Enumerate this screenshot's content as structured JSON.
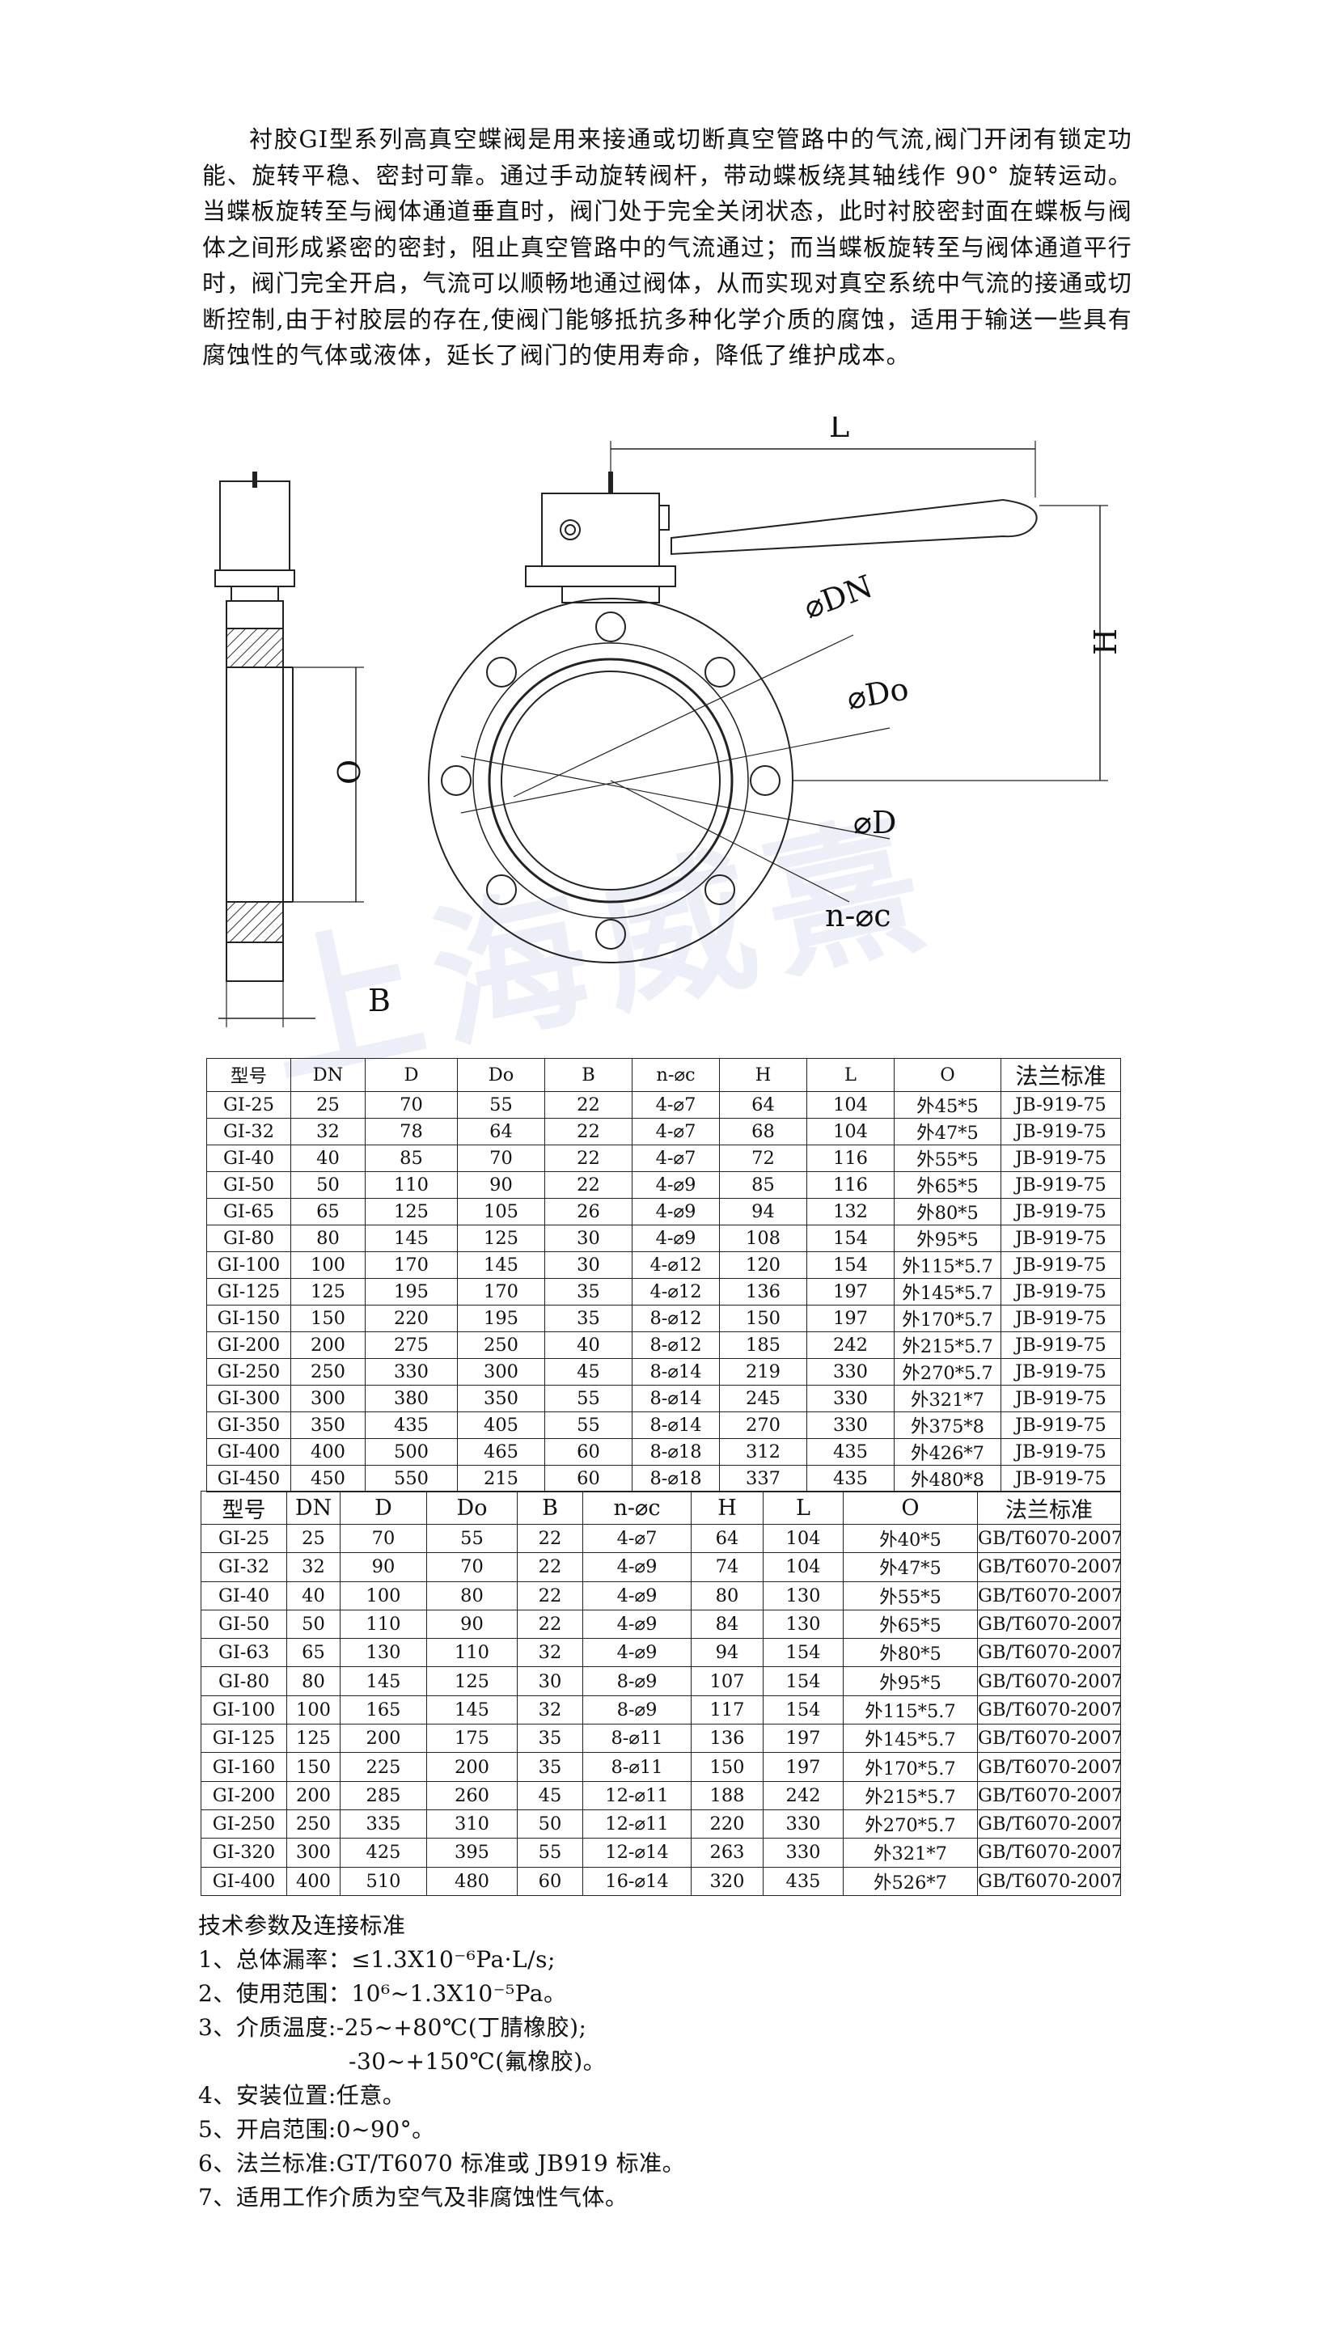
{
  "intro": "衬胶GI型系列高真空蝶阀是用来接通或切断真空管路中的气流,阀门开闭有锁定功能、旋转平稳、密封可靠。通过手动旋转阀杆，带动蝶板绕其轴线作 90° 旋转运动。当蝶板旋转至与阀体通道垂直时，阀门处于完全关闭状态，此时衬胶密封面在蝶板与阀体之间形成紧密的密封，阻止真空管路中的气流通过；而当蝶板旋转至与阀体通道平行时，阀门完全开启，气流可以顺畅地通过阀体，从而实现对真空系统中气流的接通或切断控制,由于衬胶层的存在,使阀门能够抵抗多种化学介质的腐蚀，适用于输送一些具有腐蚀性的气体或液体，延长了阀门的使用寿命，降低了维护成本。",
  "drawing": {
    "labels": {
      "L": "L",
      "H": "H",
      "DN": "⌀DN",
      "Do": "⌀Do",
      "D": "⌀D",
      "nc": "n-⌀c",
      "O": "O",
      "B": "B"
    },
    "watermark": "上海威熹"
  },
  "table1": {
    "headers": [
      "型号",
      "DN",
      "D",
      "Do",
      "B",
      "n-⌀c",
      "H",
      "L",
      "O",
      "法兰标准"
    ],
    "rows": [
      [
        "GI-25",
        "25",
        "70",
        "55",
        "22",
        "4-⌀7",
        "64",
        "104",
        "外45*5",
        "JB-919-75"
      ],
      [
        "GI-32",
        "32",
        "78",
        "64",
        "22",
        "4-⌀7",
        "68",
        "104",
        "外47*5",
        "JB-919-75"
      ],
      [
        "GI-40",
        "40",
        "85",
        "70",
        "22",
        "4-⌀7",
        "72",
        "116",
        "外55*5",
        "JB-919-75"
      ],
      [
        "GI-50",
        "50",
        "110",
        "90",
        "22",
        "4-⌀9",
        "85",
        "116",
        "外65*5",
        "JB-919-75"
      ],
      [
        "GI-65",
        "65",
        "125",
        "105",
        "26",
        "4-⌀9",
        "94",
        "132",
        "外80*5",
        "JB-919-75"
      ],
      [
        "GI-80",
        "80",
        "145",
        "125",
        "30",
        "4-⌀9",
        "108",
        "154",
        "外95*5",
        "JB-919-75"
      ],
      [
        "GI-100",
        "100",
        "170",
        "145",
        "30",
        "4-⌀12",
        "120",
        "154",
        "外115*5.7",
        "JB-919-75"
      ],
      [
        "GI-125",
        "125",
        "195",
        "170",
        "35",
        "4-⌀12",
        "136",
        "197",
        "外145*5.7",
        "JB-919-75"
      ],
      [
        "GI-150",
        "150",
        "220",
        "195",
        "35",
        "8-⌀12",
        "150",
        "197",
        "外170*5.7",
        "JB-919-75"
      ],
      [
        "GI-200",
        "200",
        "275",
        "250",
        "40",
        "8-⌀12",
        "185",
        "242",
        "外215*5.7",
        "JB-919-75"
      ],
      [
        "GI-250",
        "250",
        "330",
        "300",
        "45",
        "8-⌀14",
        "219",
        "330",
        "外270*5.7",
        "JB-919-75"
      ],
      [
        "GI-300",
        "300",
        "380",
        "350",
        "55",
        "8-⌀14",
        "245",
        "330",
        "外321*7",
        "JB-919-75"
      ],
      [
        "GI-350",
        "350",
        "435",
        "405",
        "55",
        "8-⌀14",
        "270",
        "330",
        "外375*8",
        "JB-919-75"
      ],
      [
        "GI-400",
        "400",
        "500",
        "465",
        "60",
        "8-⌀18",
        "312",
        "435",
        "外426*7",
        "JB-919-75"
      ],
      [
        "GI-450",
        "450",
        "550",
        "215",
        "60",
        "8-⌀18",
        "337",
        "435",
        "外480*8",
        "JB-919-75"
      ]
    ]
  },
  "table2": {
    "headers": [
      "型号",
      "DN",
      "D",
      "Do",
      "B",
      "n-⌀c",
      "H",
      "L",
      "O",
      "法兰标准"
    ],
    "rows": [
      [
        "GI-25",
        "25",
        "70",
        "55",
        "22",
        "4-⌀7",
        "64",
        "104",
        "外40*5",
        "GB/T6070-2007"
      ],
      [
        "GI-32",
        "32",
        "90",
        "70",
        "22",
        "4-⌀9",
        "74",
        "104",
        "外47*5",
        "GB/T6070-2007"
      ],
      [
        "GI-40",
        "40",
        "100",
        "80",
        "22",
        "4-⌀9",
        "80",
        "130",
        "外55*5",
        "GB/T6070-2007"
      ],
      [
        "GI-50",
        "50",
        "110",
        "90",
        "22",
        "4-⌀9",
        "84",
        "130",
        "外65*5",
        "GB/T6070-2007"
      ],
      [
        "GI-63",
        "65",
        "130",
        "110",
        "32",
        "4-⌀9",
        "94",
        "154",
        "外80*5",
        "GB/T6070-2007"
      ],
      [
        "GI-80",
        "80",
        "145",
        "125",
        "30",
        "8-⌀9",
        "107",
        "154",
        "外95*5",
        "GB/T6070-2007"
      ],
      [
        "GI-100",
        "100",
        "165",
        "145",
        "32",
        "8-⌀9",
        "117",
        "154",
        "外115*5.7",
        "GB/T6070-2007"
      ],
      [
        "GI-125",
        "125",
        "200",
        "175",
        "35",
        "8-⌀11",
        "136",
        "197",
        "外145*5.7",
        "GB/T6070-2007"
      ],
      [
        "GI-160",
        "150",
        "225",
        "200",
        "35",
        "8-⌀11",
        "150",
        "197",
        "外170*5.7",
        "GB/T6070-2007"
      ],
      [
        "GI-200",
        "200",
        "285",
        "260",
        "45",
        "12-⌀11",
        "188",
        "242",
        "外215*5.7",
        "GB/T6070-2007"
      ],
      [
        "GI-250",
        "250",
        "335",
        "310",
        "50",
        "12-⌀11",
        "220",
        "330",
        "外270*5.7",
        "GB/T6070-2007"
      ],
      [
        "GI-320",
        "300",
        "425",
        "395",
        "55",
        "12-⌀14",
        "263",
        "330",
        "外321*7",
        "GB/T6070-2007"
      ],
      [
        "GI-400",
        "400",
        "510",
        "480",
        "60",
        "16-⌀14",
        "320",
        "435",
        "外526*7",
        "GB/T6070-2007"
      ]
    ]
  },
  "tech": {
    "title": "技术参数及连接标准",
    "items": [
      "1、总体漏率：≤1.3X10⁻⁶Pa·L/s;",
      "2、使用范围：10⁶~1.3X10⁻⁵Pa。",
      "3、介质温度:-25~+80℃(丁腈橡胶);",
      "-30~+150℃(氟橡胶)。",
      "4、安装位置:任意。",
      "5、开启范围:0~90°。",
      "6、法兰标准:GT/T6070 标准或 JB919 标准。",
      "7、适用工作介质为空气及非腐蚀性气体。"
    ]
  }
}
